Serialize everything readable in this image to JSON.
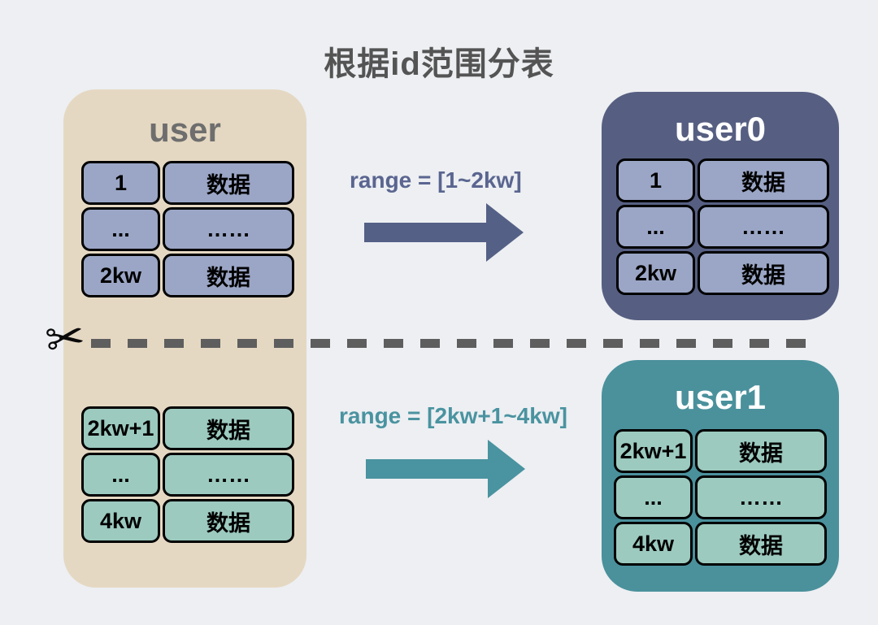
{
  "title": "根据id范围分表",
  "colors": {
    "background": "#edeff2",
    "title_text": "#545454",
    "source_panel_bg": "#e5d8c2",
    "source_label_text": "#6e6e6e",
    "blue_cell_bg": "#9ba6c6",
    "green_cell_bg": "#9ccabf",
    "shard0_panel_bg": "#565f82",
    "shard1_panel_bg": "#4a919c",
    "shard_label_text": "#ffffff",
    "arrow_top": "#556086",
    "arrow_bottom": "#4a93a0",
    "range_label_top": "#5a6590",
    "range_label_bottom": "#4a93a0",
    "cut_line": "#5e5e5e",
    "cell_border": "#000000",
    "cell_text": "#000000"
  },
  "source_panel": {
    "label": "user",
    "top_table": {
      "rows": [
        [
          "1",
          "数据"
        ],
        [
          "...",
          "……"
        ],
        [
          "2kw",
          "数据"
        ]
      ]
    },
    "bottom_table": {
      "rows": [
        [
          "2kw+1",
          "数据"
        ],
        [
          "...",
          "……"
        ],
        [
          "4kw",
          "数据"
        ]
      ]
    }
  },
  "shard0": {
    "label": "user0",
    "range_label": "range = [1~2kw]",
    "rows": [
      [
        "1",
        "数据"
      ],
      [
        "...",
        "……"
      ],
      [
        "2kw",
        "数据"
      ]
    ]
  },
  "shard1": {
    "label": "user1",
    "range_label": "range = [2kw+1~4kw]",
    "rows": [
      [
        "2kw+1",
        "数据"
      ],
      [
        "...",
        "……"
      ],
      [
        "4kw",
        "数据"
      ]
    ]
  },
  "icons": {
    "scissors": "✂"
  }
}
